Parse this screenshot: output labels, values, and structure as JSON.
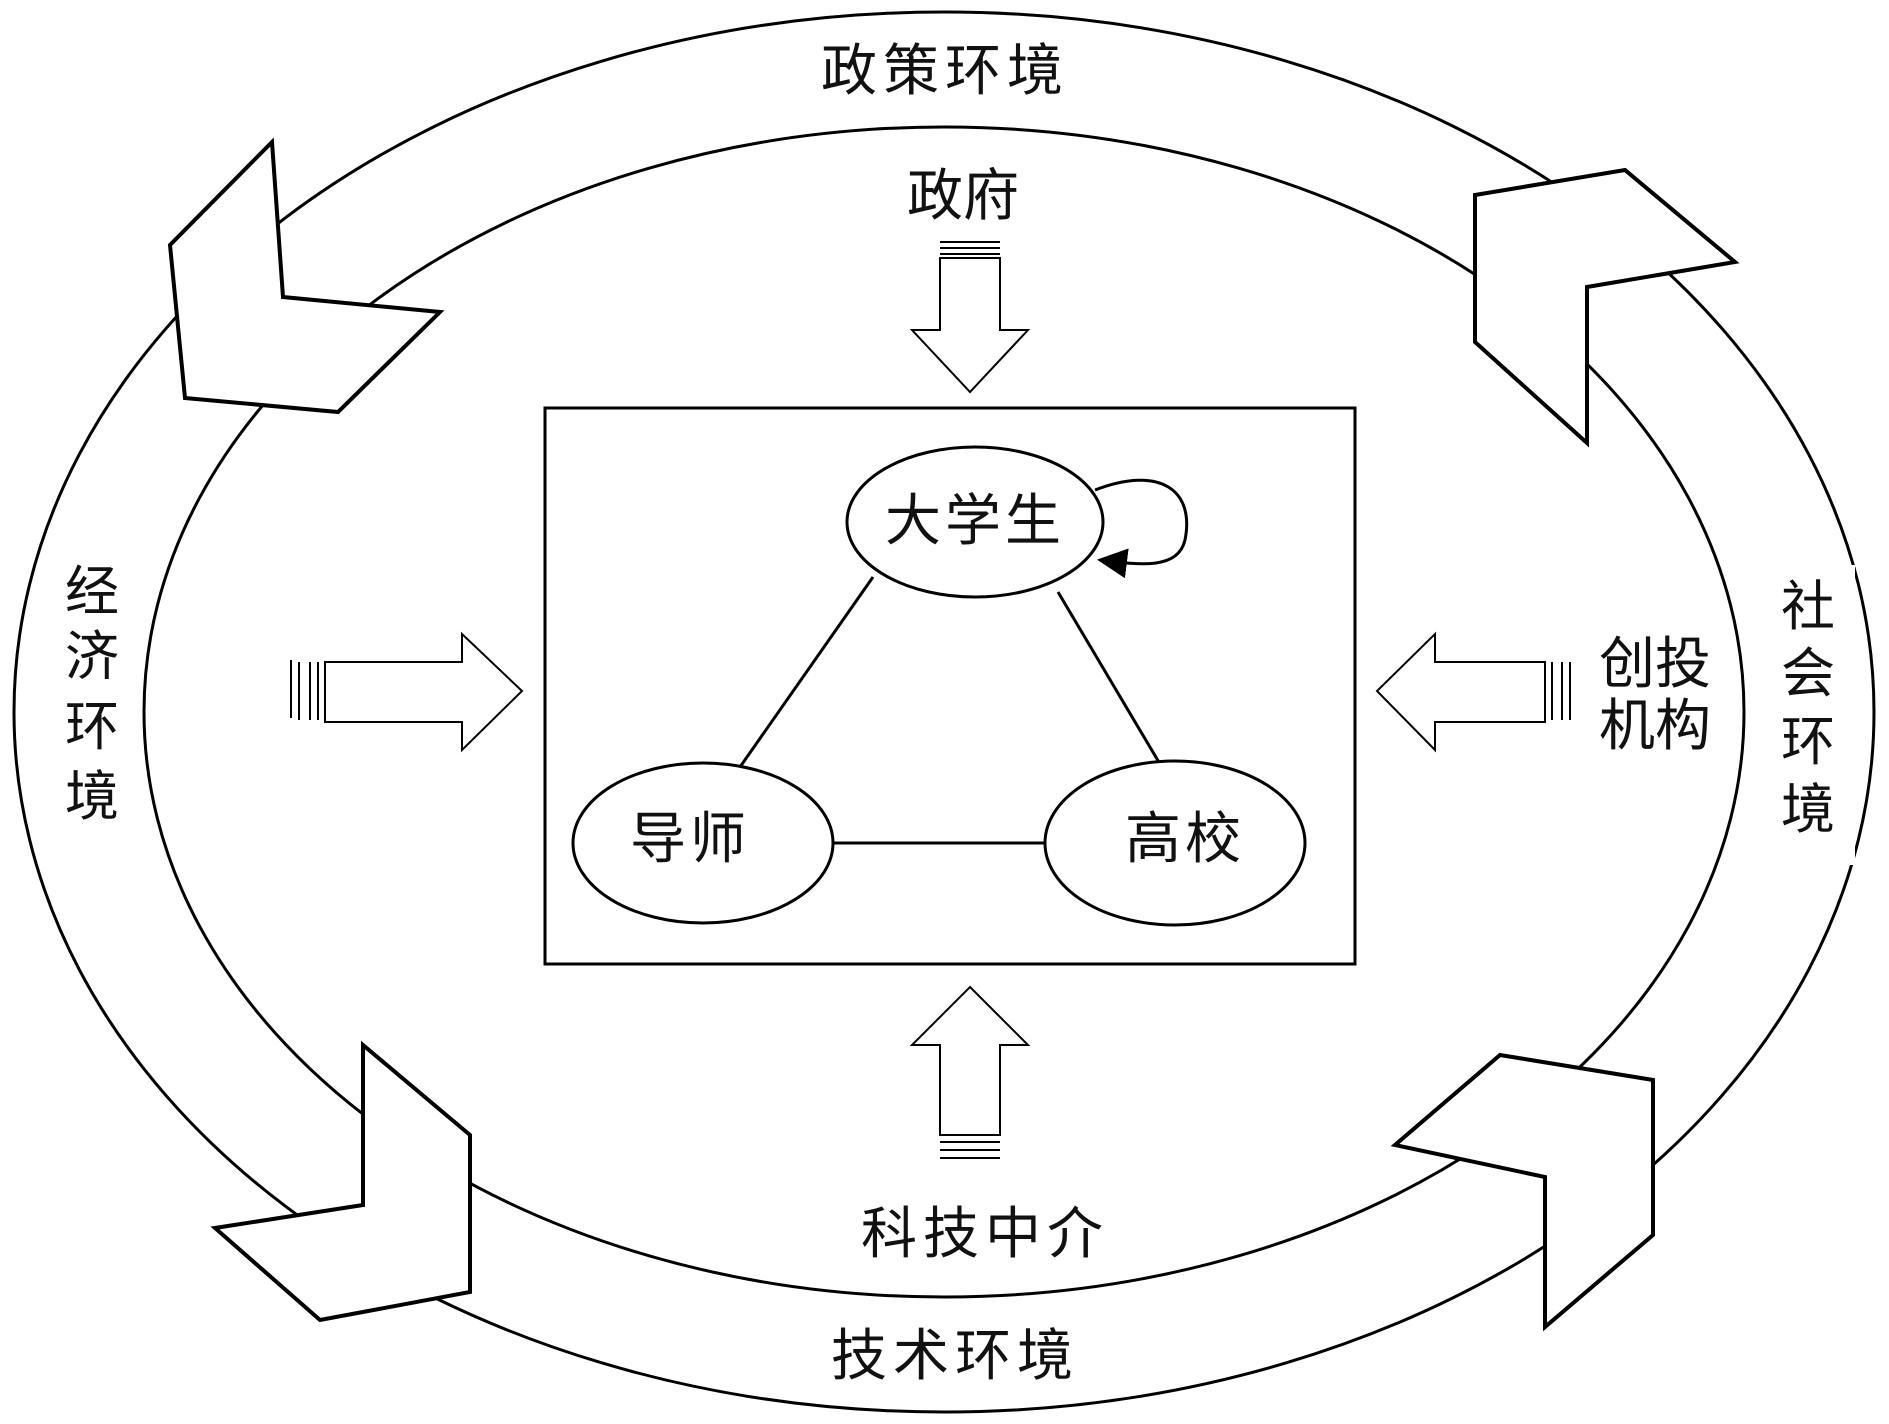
{
  "outer_labels": {
    "policy_env": "政策环境",
    "economic_env": [
      "经",
      "济",
      "环",
      "境"
    ],
    "social_env": [
      "社",
      "会",
      "环",
      "境"
    ],
    "tech_env": "技术环境"
  },
  "actors": {
    "government": "政府",
    "vc_institution": [
      "创投",
      "机构"
    ],
    "tech_intermediary": "科技中介"
  },
  "core": {
    "student": "大学生",
    "mentor": "导师",
    "university": "高校"
  }
}
